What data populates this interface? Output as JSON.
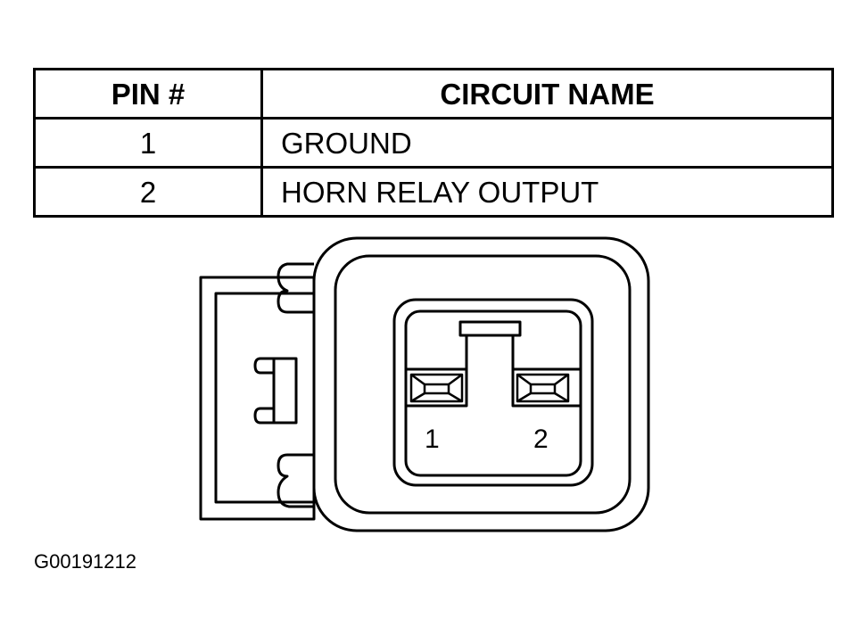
{
  "pin_table": {
    "headers": {
      "pin": "PIN #",
      "circuit": "CIRCUIT NAME"
    },
    "rows": [
      {
        "pin": "1",
        "circuit": "GROUND"
      },
      {
        "pin": "2",
        "circuit": "HORN RELAY OUTPUT"
      }
    ]
  },
  "connector": {
    "pin_labels": [
      "1",
      "2"
    ]
  },
  "figure_id": "G00191212"
}
